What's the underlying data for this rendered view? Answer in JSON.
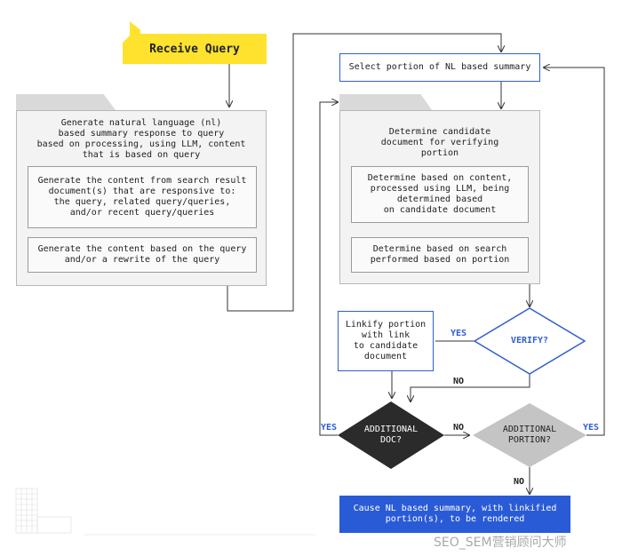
{
  "start": {
    "label": "Receive Query"
  },
  "left_panel": {
    "title": "Generate natural language (nl)\nbased summary response to query\nbased on processing, using LLM, content\nthat is based on query",
    "box1": "Generate the content from search result\ndocument(s) that are responsive to:\nthe query, related query/queries,\nand/or recent query/queries",
    "box2": "Generate the content based on the query\nand/or a rewrite of the query"
  },
  "select_portion": {
    "label": "Select portion of NL based summary"
  },
  "right_panel": {
    "title": "Determine candidate\ndocument for verifying\nportion",
    "box1": "Determine based on content,\nprocessed using LLM, being\ndetermined based\non candidate document",
    "box2": "Determine based on search\nperformed based on portion"
  },
  "linkify": {
    "label": "Linkify portion\nwith link\nto candidate\ndocument"
  },
  "verify": {
    "label": "VERIFY?"
  },
  "additional_doc": {
    "label": "ADDITIONAL\nDOC?"
  },
  "additional_portion": {
    "label": "ADDITIONAL\nPORTION?"
  },
  "final": {
    "label": "Cause NL based summary, with linkified\nportion(s), to be rendered"
  },
  "edge_labels": {
    "verify_yes": "YES",
    "verify_no": "NO",
    "doc_yes": "YES",
    "doc_no": "NO",
    "portion_yes": "YES",
    "portion_no": "NO"
  },
  "watermark": "SEO_SEM营销顾问大师",
  "colors": {
    "start_fill": "#ffe22e",
    "blue": "#2f5fd0",
    "final_fill": "#2a5bd7",
    "dark_diamond": "#2b2b2b",
    "gray_diamond": "#c4c4c4"
  }
}
